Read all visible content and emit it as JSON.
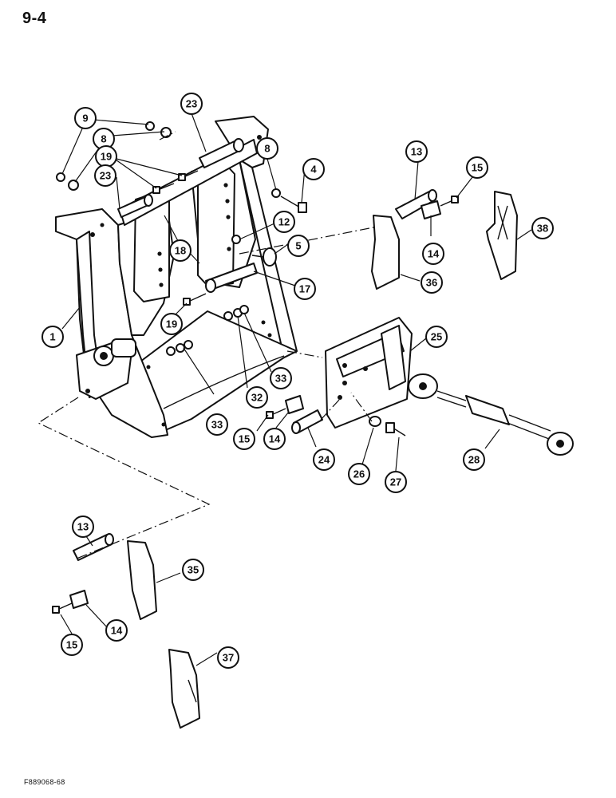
{
  "header": {
    "page_number": "9-4"
  },
  "footer": {
    "figure_code": "F889068-68"
  },
  "callouts": [
    {
      "id": "c-9",
      "label": "9"
    },
    {
      "id": "c-8a",
      "label": "8"
    },
    {
      "id": "c-23a",
      "label": "23"
    },
    {
      "id": "c-19a",
      "label": "19"
    },
    {
      "id": "c-23b",
      "label": "23"
    },
    {
      "id": "c-8b",
      "label": "8"
    },
    {
      "id": "c-4",
      "label": "4"
    },
    {
      "id": "c-12",
      "label": "12"
    },
    {
      "id": "c-5",
      "label": "5"
    },
    {
      "id": "c-18",
      "label": "18"
    },
    {
      "id": "c-17",
      "label": "17"
    },
    {
      "id": "c-1",
      "label": "1"
    },
    {
      "id": "c-19b",
      "label": "19"
    },
    {
      "id": "c-32",
      "label": "32"
    },
    {
      "id": "c-33a",
      "label": "33"
    },
    {
      "id": "c-33b",
      "label": "33"
    },
    {
      "id": "c-13a",
      "label": "13"
    },
    {
      "id": "c-15a",
      "label": "15"
    },
    {
      "id": "c-14a",
      "label": "14"
    },
    {
      "id": "c-36",
      "label": "36"
    },
    {
      "id": "c-38",
      "label": "38"
    },
    {
      "id": "c-25",
      "label": "25"
    },
    {
      "id": "c-15b",
      "label": "15"
    },
    {
      "id": "c-14b",
      "label": "14"
    },
    {
      "id": "c-24",
      "label": "24"
    },
    {
      "id": "c-26",
      "label": "26"
    },
    {
      "id": "c-27",
      "label": "27"
    },
    {
      "id": "c-28",
      "label": "28"
    },
    {
      "id": "c-13b",
      "label": "13"
    },
    {
      "id": "c-35",
      "label": "35"
    },
    {
      "id": "c-14c",
      "label": "14"
    },
    {
      "id": "c-15c",
      "label": "15"
    },
    {
      "id": "c-37",
      "label": "37"
    }
  ]
}
